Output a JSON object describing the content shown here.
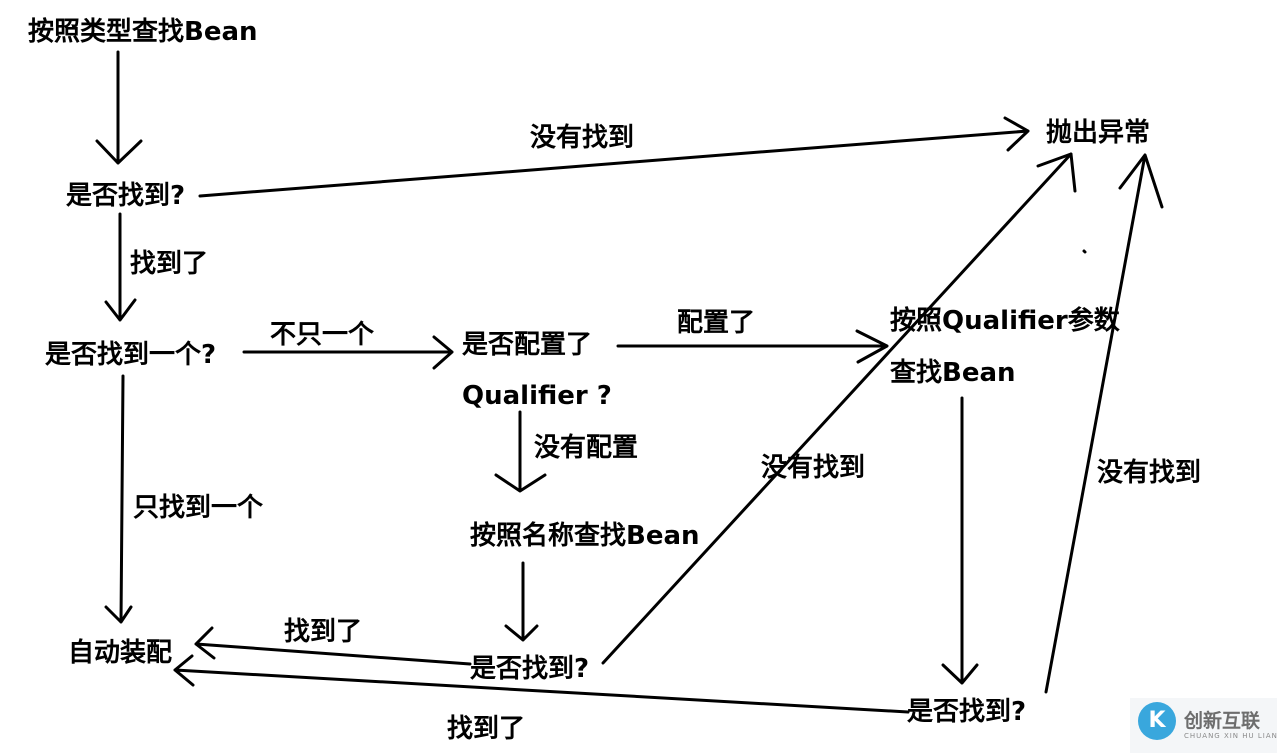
{
  "nodes": {
    "find_by_type": "按照类型查找Bean",
    "found_q1": "是否找到?",
    "only_one_q": "是否找到一个?",
    "autowire": "自动装配",
    "qualifier_q_line1": "是否配置了",
    "qualifier_q_line2": "Qualifier ?",
    "find_by_name": "按照名称查找Bean",
    "found_q2": "是否找到?",
    "find_by_qualifier_line1": "按照Qualifier参数",
    "find_by_qualifier_line2": "查找Bean",
    "found_q3": "是否找到?",
    "throw_exception": "抛出异常"
  },
  "edge_labels": {
    "not_found_top": "没有找到",
    "found_1": "找到了",
    "not_only_one": "不只一个",
    "only_one": "只找到一个",
    "configured": "配置了",
    "not_configured": "没有配置",
    "not_found_mid": "没有找到",
    "not_found_right": "没有找到",
    "found_2": "找到了",
    "found_3": "找到了"
  },
  "watermark": {
    "name": "创新互联",
    "sub": "CHUANG XIN HU LIAN",
    "logo_glyph": "K"
  }
}
